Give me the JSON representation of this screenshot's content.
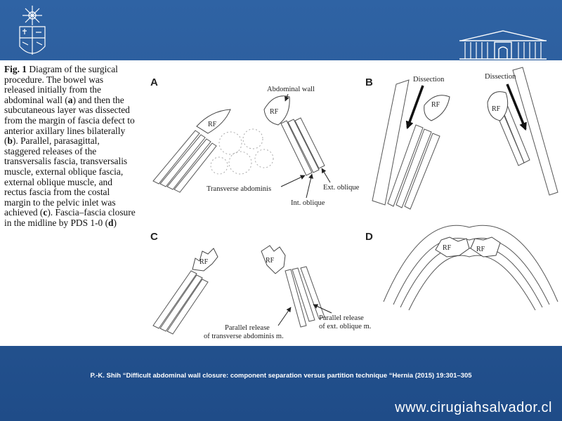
{
  "caption": {
    "fig_label": "Fig. 1",
    "t1": " Diagram of the surgical procedure. The bowel was released initially from the abdominal wall (",
    "a": "a",
    "t2": ") and then the subcutaneous layer was dissected from the margin of fascia defect to anterior axillary lines bilaterally (",
    "b": "b",
    "t3": "). Parallel, parasagittal, staggered releases of the transversalis fascia, transversalis muscle, external oblique fascia, external oblique muscle, and rectus fascia from the costal margin to the pelvic inlet was achieved (",
    "c": "c",
    "t4": "). Fascia–fascia closure in the midline by PDS 1-0 (",
    "d": "d",
    "t5": ")"
  },
  "figure": {
    "panels": {
      "a": "A",
      "b": "B",
      "c": "C",
      "d": "D"
    },
    "rf": "RF",
    "labels": {
      "abdominal_wall": "Abdominal wall",
      "transverse_abdominis": "Transverse abdominis",
      "int_oblique": "Int. oblique",
      "ext_oblique": "Ext. oblique",
      "dissection": "Dissection",
      "parallel_release_transverse_1": "Parallel release",
      "parallel_release_transverse_2": "of transverse abdominis m.",
      "parallel_release_ext_1": "Parallel release",
      "parallel_release_ext_2": "of ext. oblique m."
    }
  },
  "citation": "P.-K. Shih “Difficult abdominal wall closure: component separation versus partition technique “Hernia (2015) 19:301–305",
  "website": "www.cirugiahsalvador.cl",
  "colors": {
    "background": "#2a5a98",
    "panel": "#ffffff",
    "text_light": "#ffffff"
  },
  "icons": {
    "left_logo": "university-crest-icon",
    "right_logo": "hospital-building-icon"
  }
}
